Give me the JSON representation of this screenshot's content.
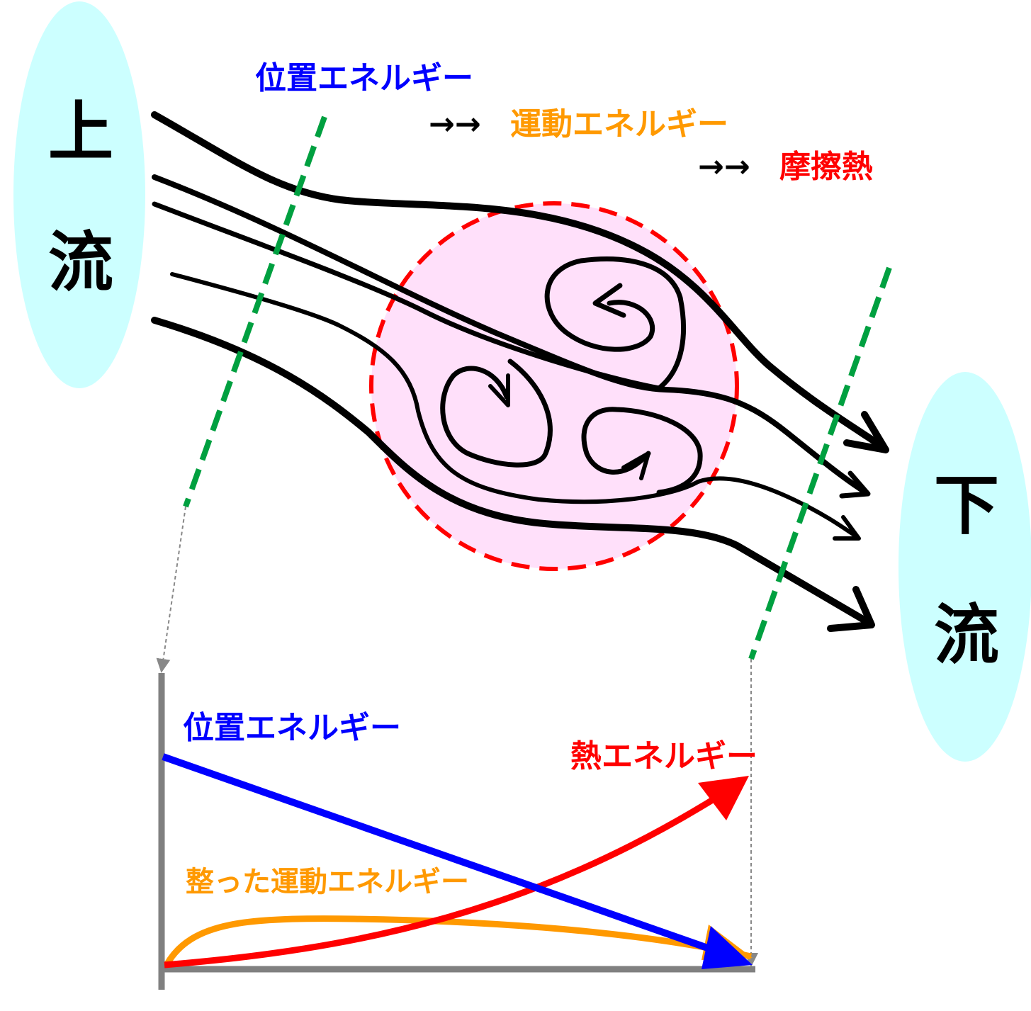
{
  "regions": {
    "upstream": [
      "上",
      "流"
    ],
    "downstream": [
      "下",
      "流"
    ]
  },
  "top_labels": {
    "potential": "位置エネルギー",
    "arrow1": "→→",
    "kinetic": "運動エネルギー",
    "arrow2": "→→",
    "friction": "摩擦熱"
  },
  "graph_labels": {
    "potential": "位置エネルギー",
    "heat": "熱エネルギー",
    "ordered_kinetic": "整った運動エネルギー"
  },
  "colors": {
    "potential": "#0000ff",
    "kinetic": "#ff9900",
    "heat": "#ff0000",
    "region": "#ccffff",
    "vortex_zone": "#ffe0fa",
    "section": "#00a040"
  }
}
